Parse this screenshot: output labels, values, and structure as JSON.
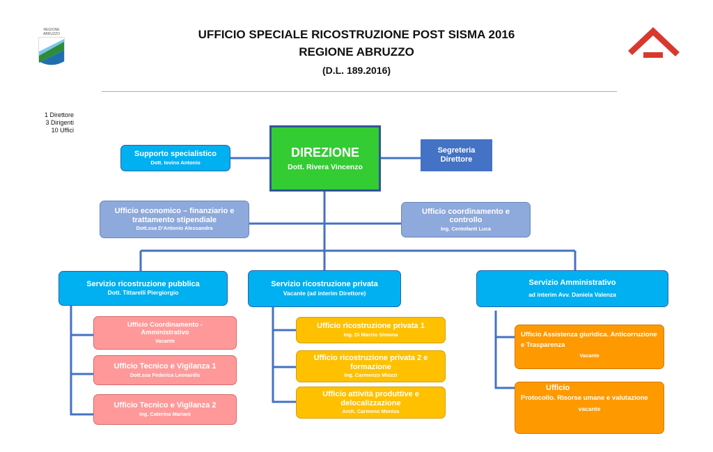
{
  "header": {
    "line1": "UFFICIO SPECIALE RICOSTRUZIONE POST SISMA 2016",
    "line2": "REGIONE ABRUZZO",
    "line3": "(D.L. 189.2016)",
    "logo_left_text": "REGIONE ABRUZZO",
    "logo_left_icon": "abruzzo-coat-of-arms",
    "logo_right_icon": "house-roof-logo"
  },
  "counts": [
    "1 Direttore",
    "3 Dirigenti",
    "10 Uffici"
  ],
  "direzione": {
    "title": "DIREZIONE",
    "person": "Dott. Rivera Vincenzo"
  },
  "supporto": {
    "title": "Supporto  specialistico",
    "person": "Dott. Iovino Antonio"
  },
  "segreteria": {
    "title": "Segreteria Direttore"
  },
  "economico": {
    "title": "Ufficio economico   – finanziario e trattamento stipendiale",
    "person": "Dott.ssa D’Antonio Alessandra"
  },
  "coordinamento": {
    "title": "Ufficio coordinamento e controllo",
    "person": "Ing. Centofanti Luca"
  },
  "servizi": {
    "pubblica": {
      "title": "Servizio ricostruzione pubblica",
      "person": "Dott. Tittarelli Piergiorgio"
    },
    "privata": {
      "title": "Servizio ricostruzione privata",
      "person": "Vacante (ad interim Direttore)"
    },
    "amministrativo": {
      "title": "Servizio Amministrativo",
      "person": "ad interim Avv. Daniela Valenza"
    }
  },
  "uffici_pubblica": [
    {
      "title": "Ufficio Coordinamento   - Amministrativo",
      "person": "Vacante"
    },
    {
      "title": "Ufficio Tecnico e  Vigilanza 1",
      "person": "Dott.ssa Federica Leonardis"
    },
    {
      "title": "Ufficio Tecnico e  Vigilanza 2",
      "person": "Ing. Caterina Mariani"
    }
  ],
  "uffici_privata": [
    {
      "title": "Ufficio ricostruzione privata 1",
      "person": "Ing. Di Marzio Simona"
    },
    {
      "title": "Ufficio ricostruzione privata 2 e formazione",
      "person": "Ing. Carmenzo Miozzi"
    },
    {
      "title": "Ufficio attività produttive e delocalizzazione",
      "person": "Arch. Carmeno Monica"
    }
  ],
  "uffici_amministrativo": [
    {
      "title": "Ufficio Assistenza giuridica. Anticorruzione e Trasparenza",
      "person": "Vacante"
    },
    {
      "title_big": "Ufficio",
      "title": "Protocollo. Risorse umane e valutazione",
      "person": "vacante"
    }
  ],
  "colors": {
    "direzione": "#33cc33",
    "servizio": "#00b0f0",
    "staff": "#8ea9db",
    "segreteria": "#4472c4",
    "pubblica_uffici": "#ff9999",
    "privata_uffici": "#ffc000",
    "amministrativo_uffici": "#ff9900",
    "connector": "#4472c4",
    "logo_red": "#d9382e"
  }
}
